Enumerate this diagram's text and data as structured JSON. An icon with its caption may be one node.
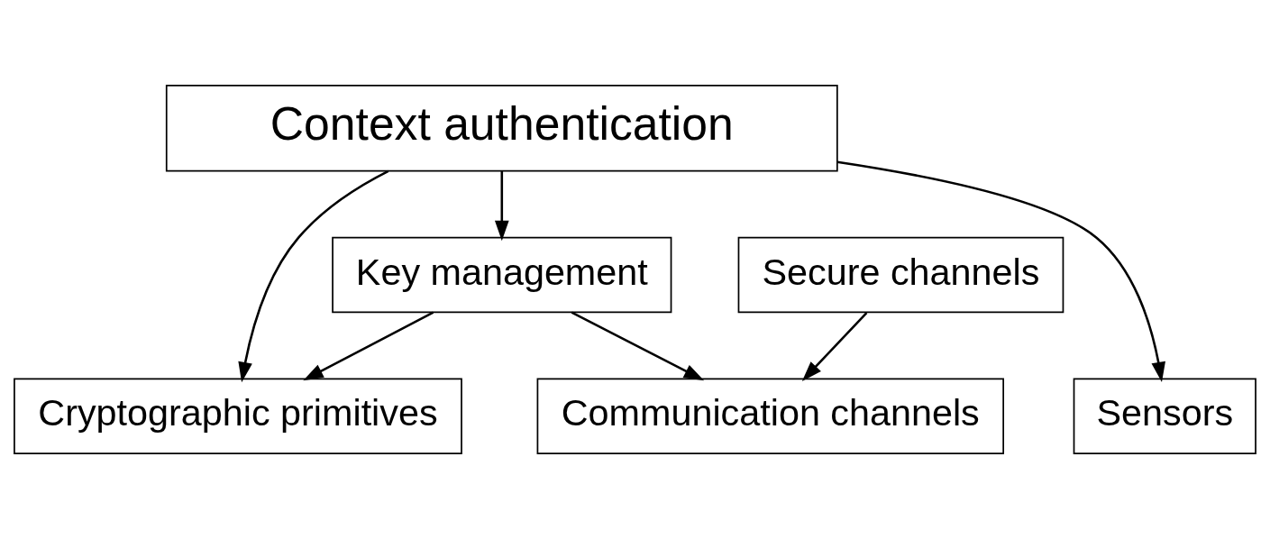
{
  "diagram": {
    "nodes": [
      {
        "text": [
          "Context authentication"
        ]
      },
      {
        "text": [
          "Key management"
        ]
      },
      {
        "text": [
          "Secure channels"
        ]
      },
      {
        "text": [
          "Sensors"
        ]
      },
      {
        "text": [
          "Cryptographic primitives"
        ]
      },
      {
        "text": [
          "Communication channels"
        ]
      }
    ],
    "edges": [
      {
        "from": 0,
        "to": 3,
        "arrow": "to"
      },
      {
        "from": 0,
        "to": 4,
        "arrow": "to"
      },
      {
        "from": 0,
        "to": 1,
        "arrow": "to"
      },
      {
        "from": 1,
        "to": 4,
        "arrow": "to"
      },
      {
        "from": 1,
        "to": 5,
        "arrow": "to"
      },
      {
        "from": 2,
        "to": 5,
        "arrow": "to"
      }
    ]
  }
}
